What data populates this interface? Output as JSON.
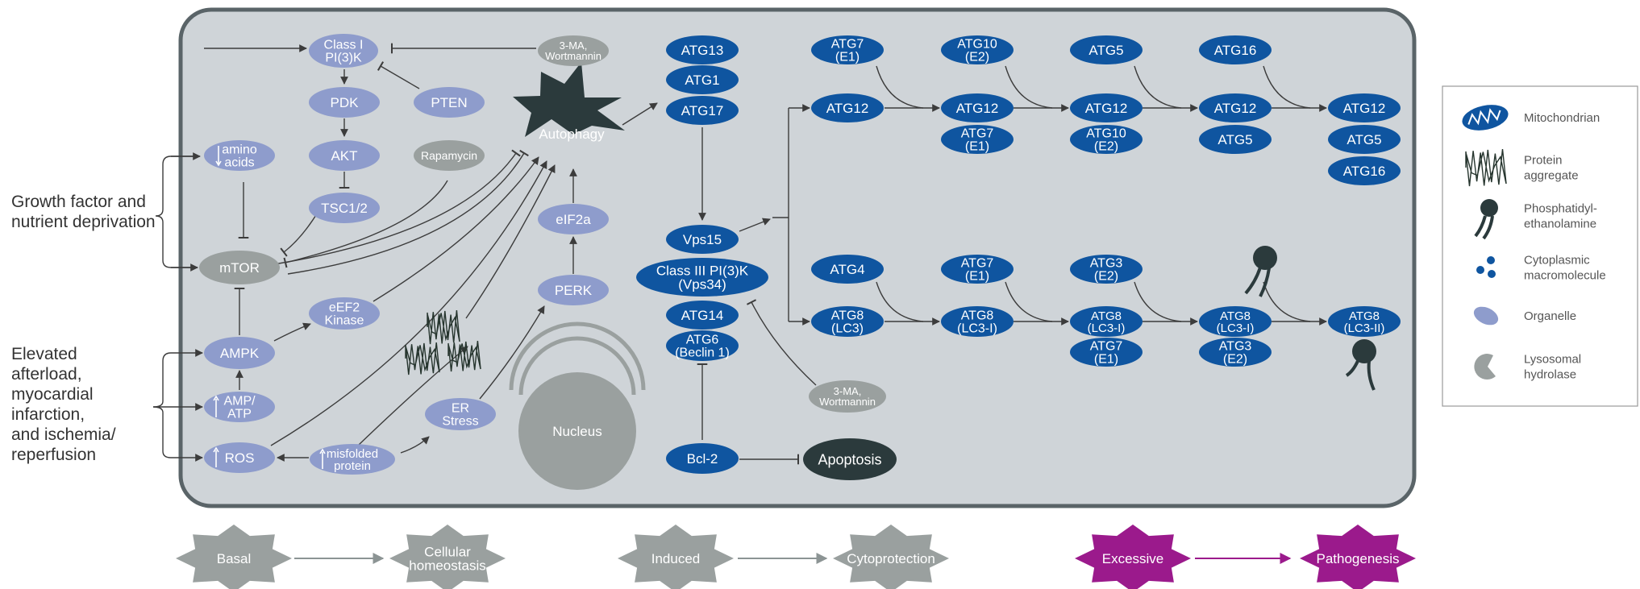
{
  "colors": {
    "cell_bg": "#cfd4d8",
    "cell_border": "#5a6468",
    "lavender": "#8e9ccc",
    "grey": "#9aa09f",
    "blue": "#0f55a0",
    "dark": "#2b3a3c",
    "magenta": "#9b1a8c",
    "line": "#3c3c3c"
  },
  "side_labels": {
    "growth": [
      "Growth factor and",
      "nutrient deprivation"
    ],
    "elevated": [
      "Elevated",
      "afterload,",
      "myocardial",
      "infarction,",
      "and ischemia/",
      "reperfusion"
    ]
  },
  "nodes": {
    "class1": [
      "Class I",
      "PI(3)K"
    ],
    "ma_wort_top": [
      "3-MA,",
      "Wortmannin"
    ],
    "pdk": [
      "PDK"
    ],
    "pten": [
      "PTEN"
    ],
    "akt": [
      "AKT"
    ],
    "rapamycin": [
      "Rapamycin"
    ],
    "tsc": [
      "TSC1/2"
    ],
    "amino": [
      "amino",
      "acids"
    ],
    "mtor": [
      "mTOR"
    ],
    "ampk": [
      "AMPK"
    ],
    "ampatp": [
      "AMP/",
      "ATP"
    ],
    "ros": [
      "ROS"
    ],
    "eef2": [
      "eEF2",
      "Kinase"
    ],
    "misfolded": [
      "misfolded",
      "protein"
    ],
    "erstress": [
      "ER",
      "Stress"
    ],
    "perk": [
      "PERK"
    ],
    "eif2a": [
      "eIF2a"
    ],
    "autophagy": [
      "Autophagy"
    ],
    "nucleus": [
      "Nucleus"
    ],
    "atg13": [
      "ATG13"
    ],
    "atg1": [
      "ATG1"
    ],
    "atg17": [
      "ATG17"
    ],
    "vps15": [
      "Vps15"
    ],
    "class3": [
      "Class III PI(3)K",
      "(Vps34)"
    ],
    "atg14": [
      "ATG14"
    ],
    "atg6": [
      "ATG6",
      "(Beclin 1)"
    ],
    "bcl2": [
      "Bcl-2"
    ],
    "apoptosis": [
      "Apoptosis"
    ],
    "ma_wort_mid": [
      "3-MA,",
      "Wortmannin"
    ],
    "c1_atg7": [
      "ATG7",
      "(E1)"
    ],
    "c1_atg12": [
      "ATG12"
    ],
    "c2_atg10": [
      "ATG10",
      "(E2)"
    ],
    "c2_atg12": [
      "ATG12"
    ],
    "c2_atg7": [
      "ATG7",
      "(E1)"
    ],
    "c3_atg5": [
      "ATG5"
    ],
    "c3_atg12": [
      "ATG12"
    ],
    "c3_atg10": [
      "ATG10",
      "(E2)"
    ],
    "c4_atg16": [
      "ATG16"
    ],
    "c4_atg12": [
      "ATG12"
    ],
    "c4_atg5": [
      "ATG5"
    ],
    "c5_atg12": [
      "ATG12"
    ],
    "c5_atg5": [
      "ATG5"
    ],
    "c5_atg16": [
      "ATG16"
    ],
    "b1_atg4": [
      "ATG4"
    ],
    "b1_atg8": [
      "ATG8",
      "(LC3)"
    ],
    "b2_atg7": [
      "ATG7",
      "(E1)"
    ],
    "b2_atg8": [
      "ATG8",
      "(LC3-I)"
    ],
    "b3_atg3": [
      "ATG3",
      "(E2)"
    ],
    "b3_atg8": [
      "ATG8",
      "(LC3-I)"
    ],
    "b3_atg7": [
      "ATG7",
      "(E1)"
    ],
    "b4_atg8": [
      "ATG8",
      "(LC3-I)"
    ],
    "b4_atg3": [
      "ATG3",
      "(E2)"
    ],
    "b5_atg8": [
      "ATG8",
      "(LC3-II)"
    ]
  },
  "stars": {
    "basal": "Basal",
    "cellular": [
      "Cellular",
      "homeostasis"
    ],
    "induced": "Induced",
    "cytoprotection": "Cytoprotection",
    "excessive": "Excessive",
    "pathogenesis": "Pathogenesis"
  },
  "legend": {
    "items": [
      {
        "icon": "mitochondrion-icon",
        "label": [
          "Mitochondrian"
        ]
      },
      {
        "icon": "protein-aggregate-icon",
        "label": [
          "Protein",
          "aggregate"
        ]
      },
      {
        "icon": "phosphatidylethanolamine-icon",
        "label": [
          "Phosphatidyl-",
          "ethanolamine"
        ]
      },
      {
        "icon": "cytoplasmic-macromolecule-icon",
        "label": [
          "Cytoplasmic",
          "macromolecule"
        ]
      },
      {
        "icon": "organelle-icon",
        "label": [
          "Organelle"
        ]
      },
      {
        "icon": "lysosomal-hydrolase-icon",
        "label": [
          "Lysosomal",
          "hydrolase"
        ]
      }
    ]
  }
}
